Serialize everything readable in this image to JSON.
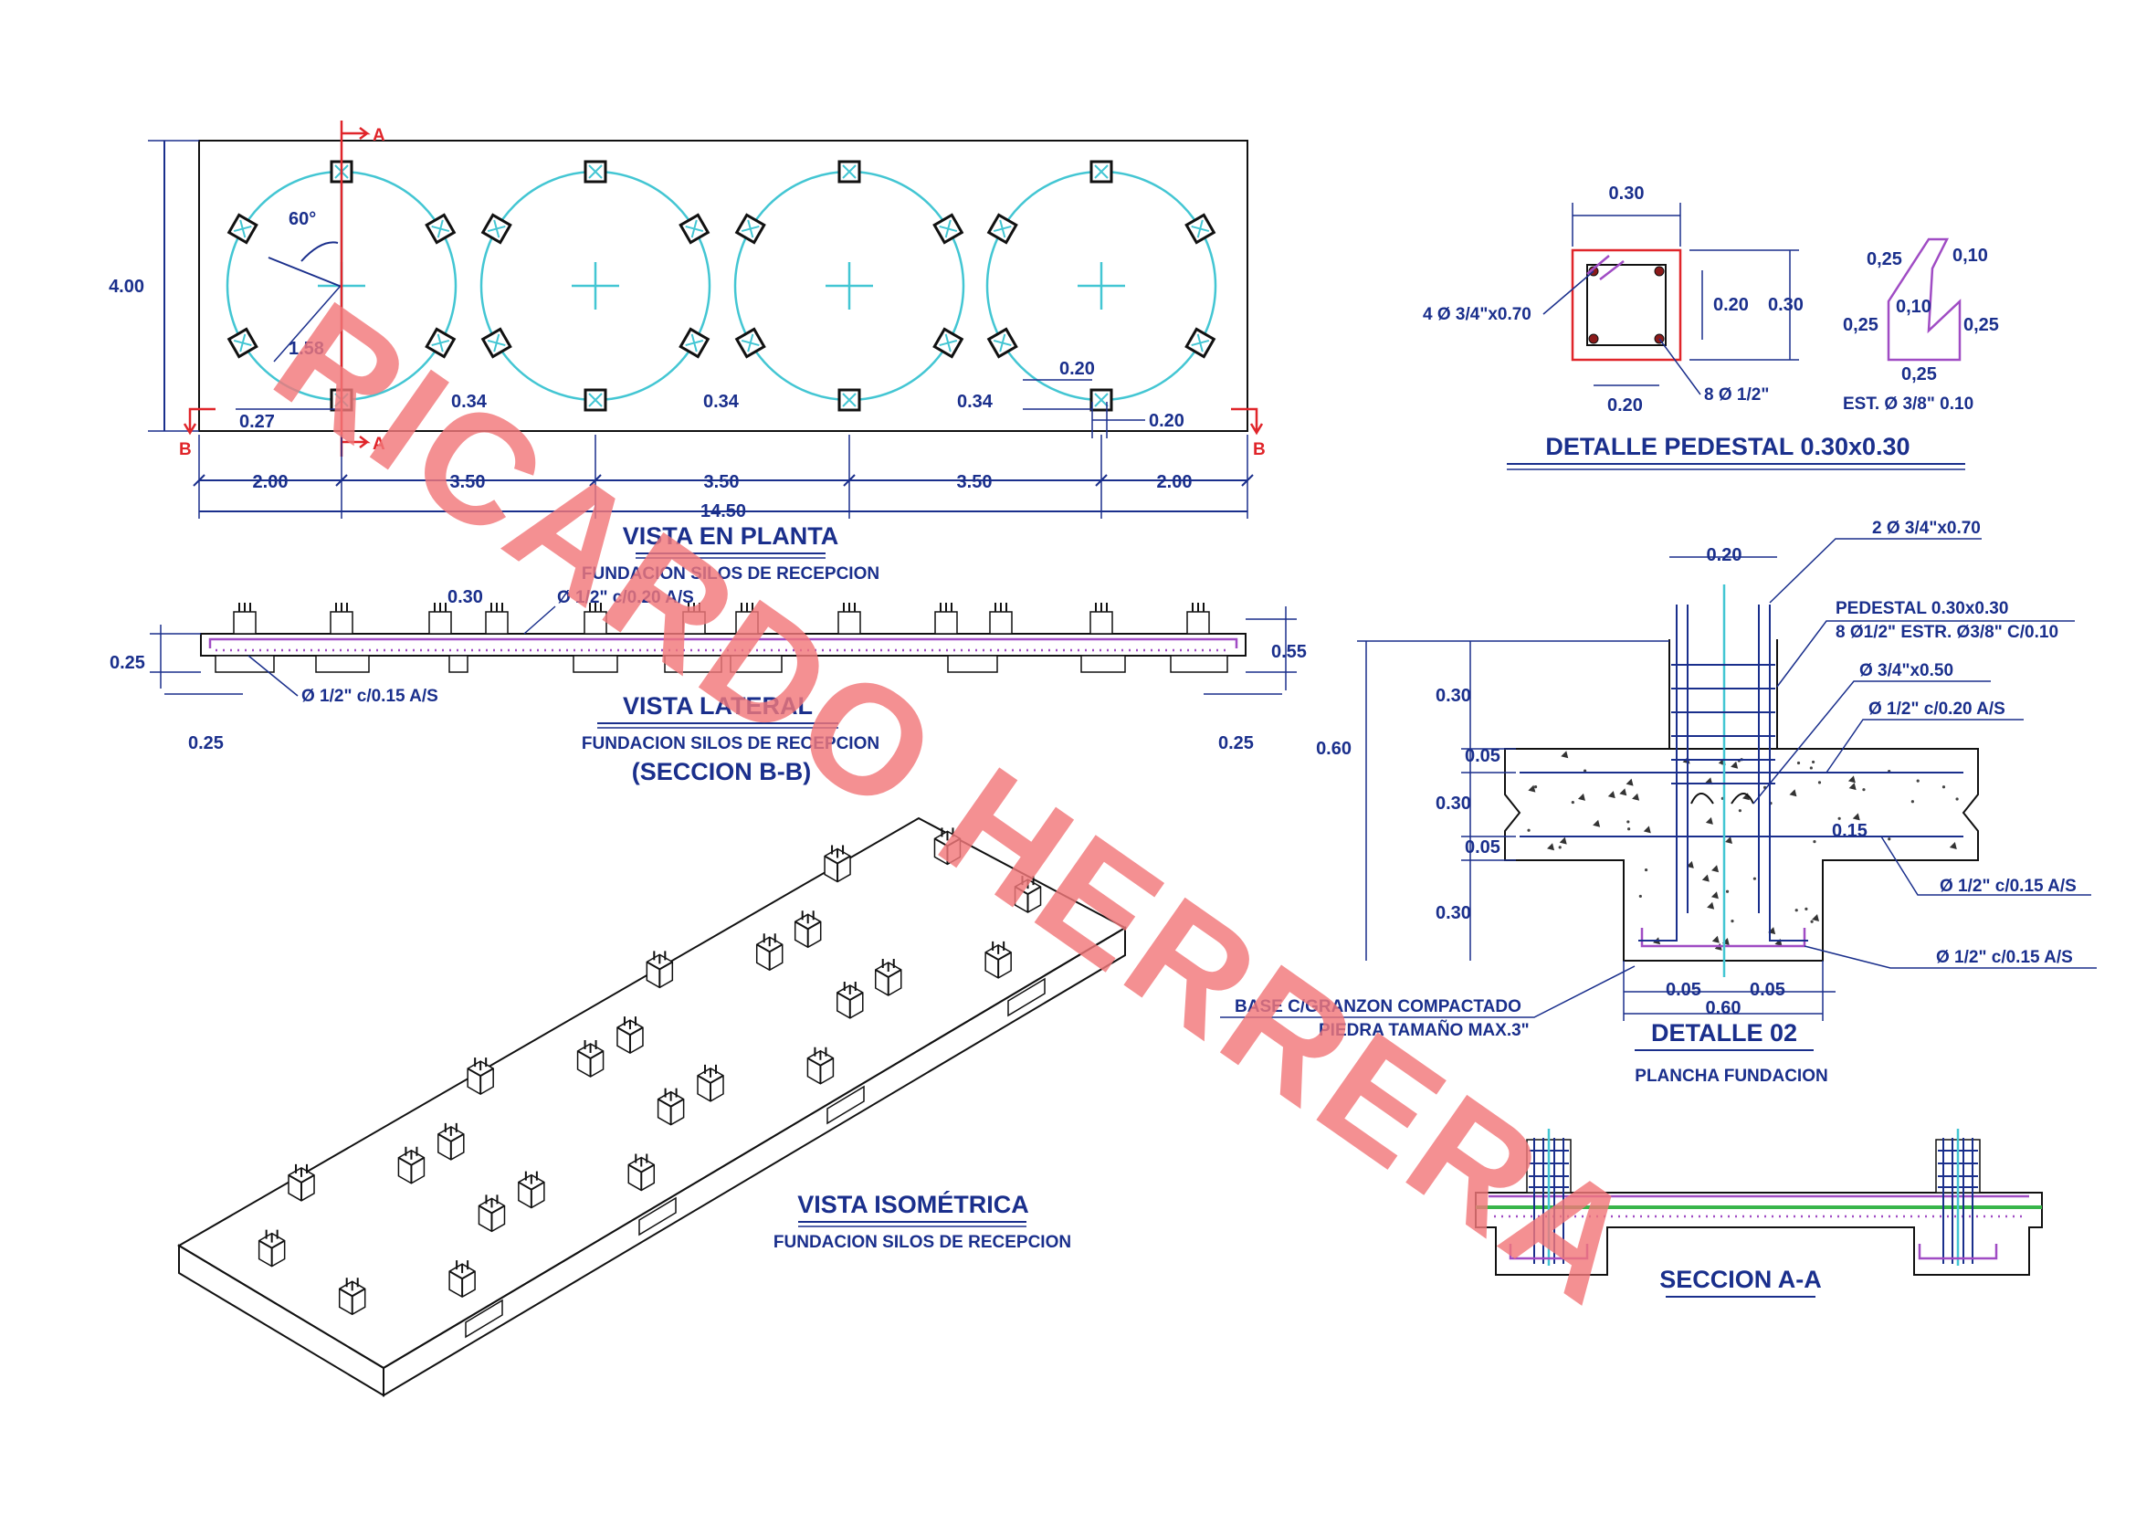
{
  "watermark": "RICARDO HERRERA",
  "plan": {
    "title": "VISTA EN PLANTA",
    "subtitle": "FUNDACION  SILOS DE RECEPCION",
    "height_dim": "4.00",
    "angle": "60°",
    "radius": "1.58",
    "dims_bottom": [
      "2.00",
      "3.50",
      "3.50",
      "3.50",
      "2.00"
    ],
    "total": "14.50",
    "inner_dims": [
      "0.27",
      "0.34",
      "0.34",
      "0.34"
    ],
    "ped_dims": [
      "0.20",
      "0.20"
    ],
    "section_a": "A",
    "section_b": "B"
  },
  "lateral": {
    "title": "VISTA LATERAL",
    "subtitle": "FUNDACION  SILOS DE RECEPCION",
    "section": "(SECCION B-B)",
    "top_dim": "0.30",
    "rebar_top": "Ø 1/2\" c/0.20 A/S",
    "rebar_bottom": "Ø 1/2\" c/0.15 A/S",
    "left_dim": "0.25",
    "right_dim": "0.55",
    "end_dims": [
      "0.25",
      "0.25"
    ]
  },
  "iso": {
    "title": "VISTA ISOMÉTRICA",
    "subtitle": "FUNDACION  SILOS DE RECEPCION"
  },
  "pedestal": {
    "title": "DETALLE PEDESTAL 0.30x0.30",
    "top_dim": "0.30",
    "bars_label": "4 Ø 3/4\"x0.70",
    "inner_dim": "0.20",
    "outer_dim": "0.30",
    "bottom_dim": "0.20",
    "bars2_label": "8 Ø 1/2\"",
    "stirrup_dims": [
      "0,25",
      "0,10",
      "0,10",
      "0,25",
      "0,25",
      "0,25"
    ],
    "stirrup_label": "EST. Ø 3/8\" 0.10"
  },
  "detail02": {
    "title": "DETALLE 02",
    "subtitle": "PLANCHA FUNDACION",
    "top_dim": "0.20",
    "bar_label": "2 Ø 3/4\"x0.70",
    "pedestal_label": "PEDESTAL 0.30x0.30",
    "pedestal_spec": "8 Ø1/2\" ESTR. Ø3/8\" C/0.10",
    "dowel_label": "Ø 3/4\"x0.50",
    "top_mesh": "Ø 1/2\" c/0.20 A/S",
    "bottom_mesh": "Ø 1/2\" c/0.15 A/S",
    "bottom_mesh2": "Ø 1/2\" c/0.15 A/S",
    "total_height": "0.60",
    "left_dims": [
      "0.30",
      "0.05",
      "0.30",
      "0.05",
      "0.30"
    ],
    "mid_dim": "0.15",
    "bottom_dims": [
      "0.05",
      "0.05"
    ],
    "width": "0.60",
    "base_label": "BASE C/GRANZON COMPACTADO",
    "base_label2": "PIEDRA TAMAÑO MAX.3\""
  },
  "section_aa": {
    "title": "SECCION A-A"
  }
}
